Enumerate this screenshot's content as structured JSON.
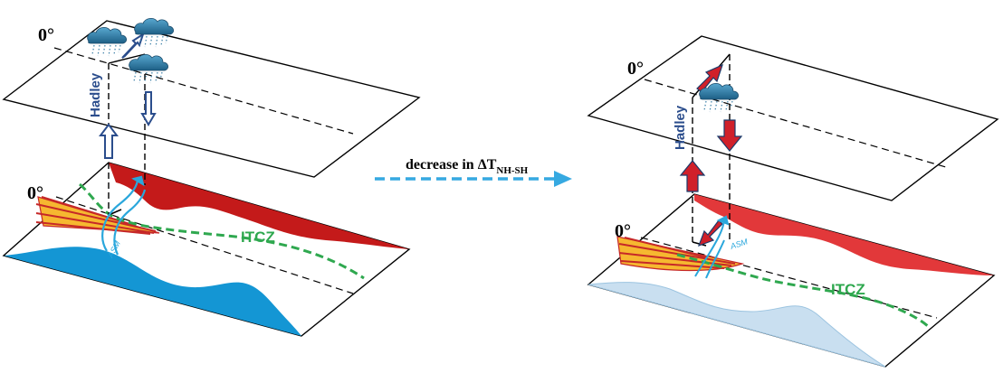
{
  "labels": {
    "equator": "0°",
    "hadley": "Hadley",
    "itcz": "ITCZ",
    "asm": "ASM",
    "transition_main": "decrease in ΔT",
    "transition_sub": "NH-SH"
  },
  "panels": [
    {
      "id": "left",
      "state": "before"
    },
    {
      "id": "right",
      "state": "after"
    }
  ],
  "colors": {
    "hadley_left": "#2b4d8c",
    "hadley_right": "#d0202a",
    "asm_arrow": "#2aa7dc",
    "itcz": "#2fa84f",
    "transition_arrow": "#36a9e1",
    "nh_warm_left": "#c41a1a",
    "nh_warm_right": "#e2383a",
    "sh_cool_left": "#1496d4",
    "sh_cool_right": "#c9dff0",
    "monsoon_fill": "#f6b830",
    "monsoon_lines": "#c62828"
  },
  "icons": [
    "rain-cloud-icon",
    "hadley-up-arrow-icon",
    "hadley-down-arrow-icon",
    "asm-curved-arrow-icon"
  ]
}
